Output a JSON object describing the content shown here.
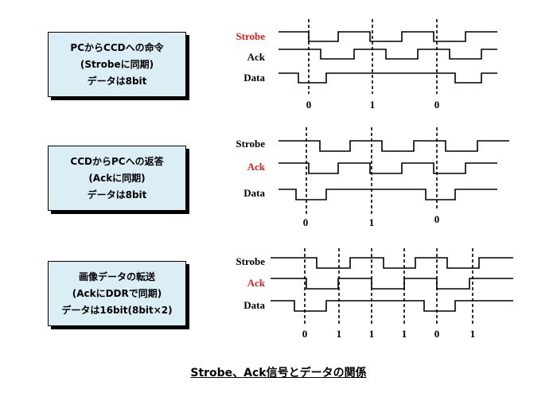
{
  "panels": [
    {
      "lines": [
        "PCからCCDへの命令",
        "(Strobeに同期)",
        "データは8bit"
      ],
      "signals": [
        {
          "name": "Strobe",
          "color": "#e02020"
        },
        {
          "name": "Ack",
          "color": "#000000"
        },
        {
          "name": "Data",
          "color": "#000000"
        }
      ],
      "bits": [
        "0",
        "1",
        "0"
      ]
    },
    {
      "lines": [
        "CCDからPCへの返答",
        "(Ackに同期)",
        "データは8bit"
      ],
      "signals": [
        {
          "name": "Strobe",
          "color": "#000000"
        },
        {
          "name": "Ack",
          "color": "#e02020"
        },
        {
          "name": "Data",
          "color": "#000000"
        }
      ],
      "bits": [
        "0",
        "1",
        "0"
      ]
    },
    {
      "lines": [
        "画像データの転送",
        "(AckにDDRで同期)",
        "データは16bit(8bit×2)"
      ],
      "signals": [
        {
          "name": "Strobe",
          "color": "#000000"
        },
        {
          "name": "Ack",
          "color": "#e02020"
        },
        {
          "name": "Data",
          "color": "#000000"
        }
      ],
      "bits": [
        "0",
        "1",
        "1",
        "1",
        "0",
        "1"
      ]
    }
  ],
  "caption": "Strobe、Ack信号とデータの関係"
}
